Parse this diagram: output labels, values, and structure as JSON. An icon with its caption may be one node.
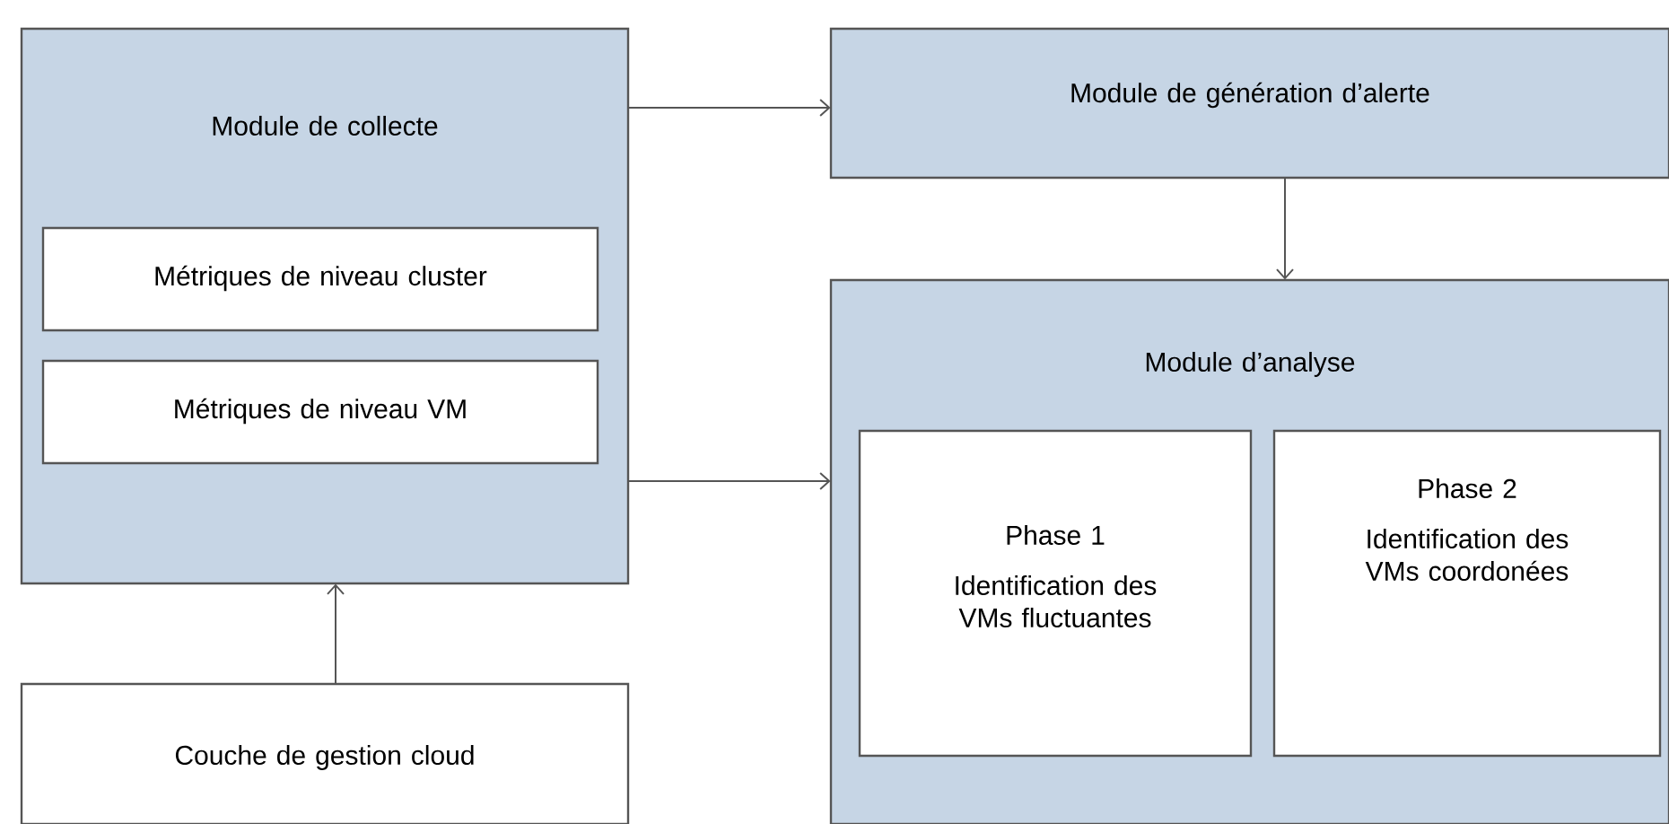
{
  "diagram": {
    "nodes": [
      {
        "text": [
          "Module de collecte"
        ]
      },
      {
        "text": [
          "Métriques de niveau cluster"
        ],
        "in": 0
      },
      {
        "text": [
          "Métriques de niveau VM"
        ],
        "in": 0
      },
      {
        "text": [
          "Couche de gestion cloud"
        ]
      },
      {
        "text": [
          "Module de génération d’alerte"
        ]
      },
      {
        "text": [
          "Module d’analyse"
        ]
      },
      {
        "text": [
          "Phase 1",
          "Identification des VMs fluctuantes"
        ],
        "in": 5
      },
      {
        "text": [
          "Phase 2",
          "Identification des VMs coordonées"
        ],
        "in": 5
      }
    ],
    "edges": [
      {
        "from": 0,
        "to": 4,
        "arrow": "to"
      },
      {
        "from": 0,
        "to": 5,
        "arrow": "to"
      },
      {
        "from": 4,
        "to": 5,
        "arrow": "to"
      },
      {
        "from": 3,
        "to": 0,
        "arrow": "to"
      }
    ]
  }
}
